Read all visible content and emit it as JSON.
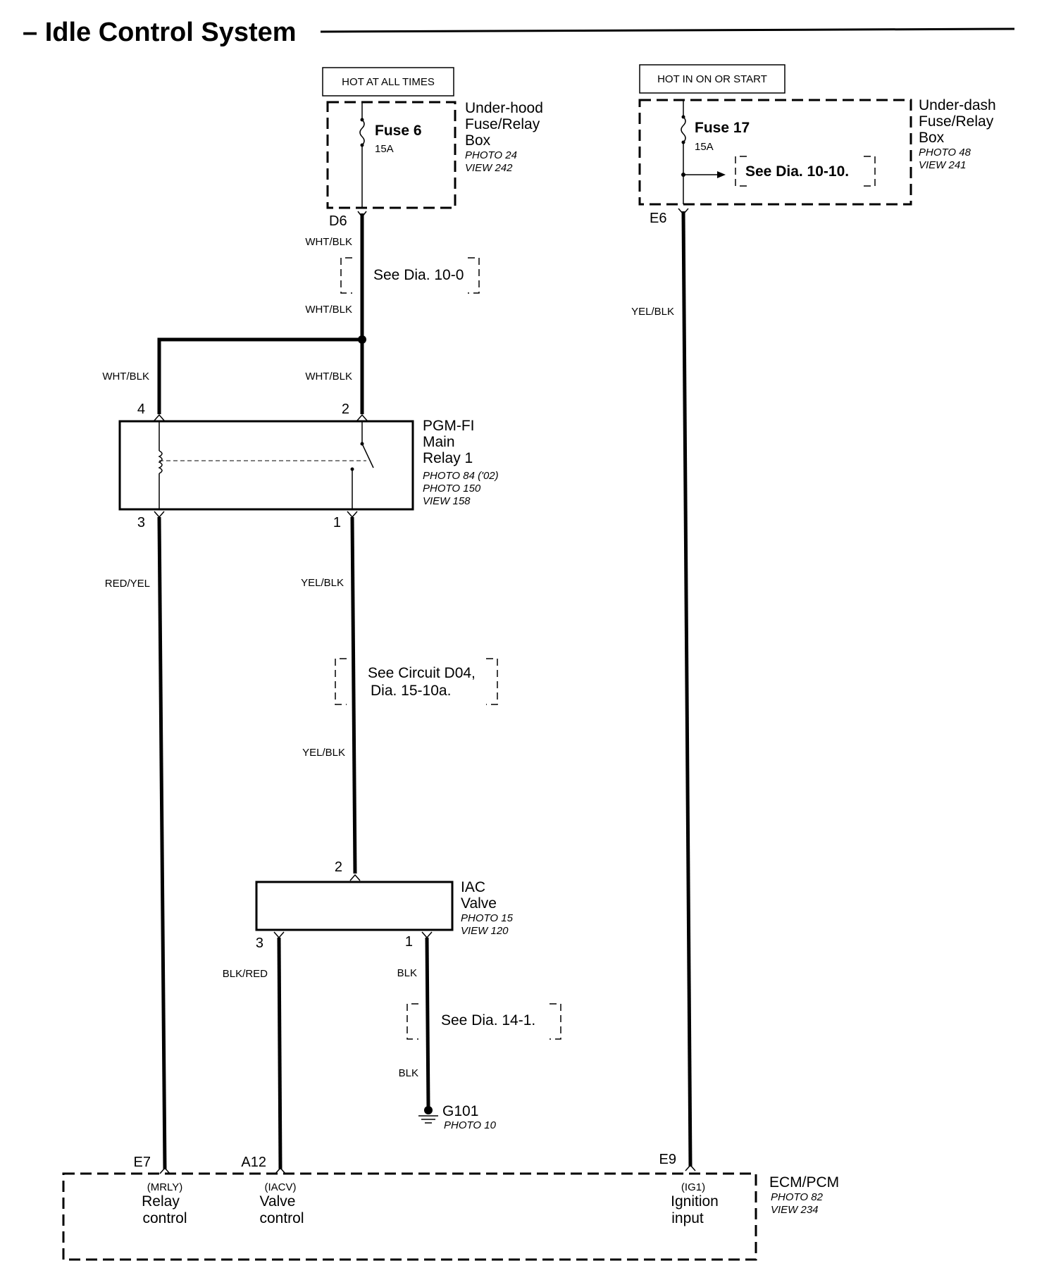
{
  "title": "– Idle Control System",
  "power_sources": {
    "hot_at_all_times": "HOT AT ALL TIMES",
    "hot_in_on_or_start": "HOT IN ON OR START"
  },
  "underhood_box": {
    "name": [
      "Under-hood",
      "Fuse/Relay",
      "Box"
    ],
    "refs": [
      "PHOTO 24",
      "VIEW 242"
    ],
    "fuse_name": "Fuse 6",
    "fuse_rating": "15A",
    "terminal": "D6"
  },
  "underdash_box": {
    "name": [
      "Under-dash",
      "Fuse/Relay",
      "Box"
    ],
    "refs": [
      "PHOTO 48",
      "VIEW 241"
    ],
    "fuse_name": "Fuse 17",
    "fuse_rating": "15A",
    "terminal": "E6",
    "see_ref": "See Dia. 10-10."
  },
  "see_refs": {
    "dia_10_0": "See Dia. 10-0",
    "circuit_d04": [
      "See Circuit D04,",
      "Dia. 15-10a."
    ],
    "dia_14_1": "See Dia. 14-1."
  },
  "wires": {
    "wht_blk_1": "WHT/BLK",
    "wht_blk_2": "WHT/BLK",
    "wht_blk_3": "WHT/BLK",
    "wht_blk_4": "WHT/BLK",
    "yel_blk_1": "YEL/BLK",
    "yel_blk_2": "YEL/BLK",
    "yel_blk_3": "YEL/BLK",
    "red_yel": "RED/YEL",
    "blk_red": "BLK/RED",
    "blk_1": "BLK",
    "blk_2": "BLK"
  },
  "main_relay": {
    "name": [
      "PGM-FI",
      "Main",
      "Relay 1"
    ],
    "refs": [
      "PHOTO 84 ('02)",
      "PHOTO 150",
      "VIEW 158"
    ],
    "pins": {
      "p4": "4",
      "p2": "2",
      "p3": "3",
      "p1": "1"
    }
  },
  "iac_valve": {
    "name": [
      "IAC",
      "Valve"
    ],
    "refs": [
      "PHOTO 15",
      "VIEW 120"
    ],
    "pins": {
      "p2": "2",
      "p3": "3",
      "p1": "1"
    }
  },
  "ground": {
    "name": "G101",
    "ref": "PHOTO 10"
  },
  "ecm": {
    "name": "ECM/PCM",
    "refs": [
      "PHOTO 82",
      "VIEW 234"
    ],
    "pins": {
      "e7": "E7",
      "a12": "A12",
      "e9": "E9"
    },
    "functions": {
      "relay": {
        "code": "(MRLY)",
        "line1": "Relay",
        "line2": "control"
      },
      "valve": {
        "code": "(IACV)",
        "line1": "Valve",
        "line2": "control"
      },
      "ignition": {
        "code": "(IG1)",
        "line1": "Ignition",
        "line2": "input"
      }
    }
  }
}
